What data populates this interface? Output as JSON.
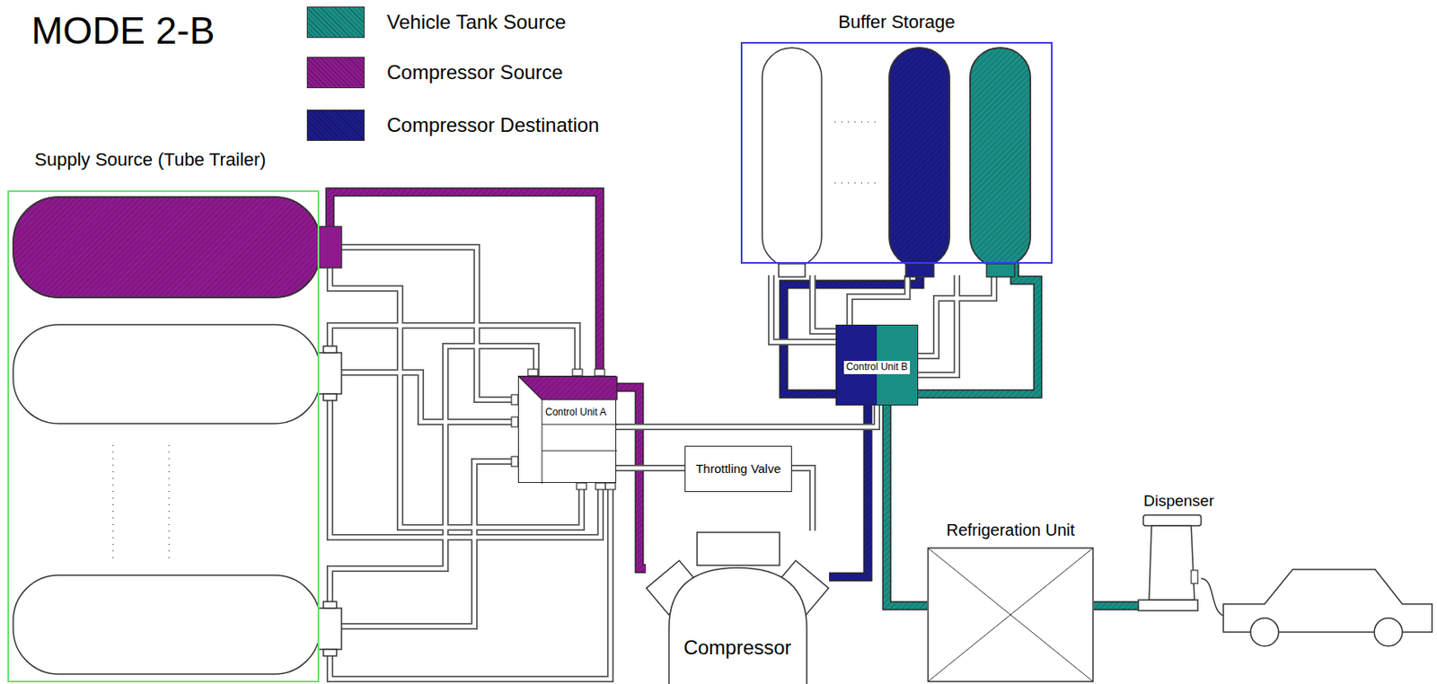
{
  "diagram": {
    "title": "MODE 2-B",
    "nodes": [
      {
        "text": [
          "Supply Source (Tube Trailer)"
        ]
      },
      {
        "text": [
          "Buffer Storage"
        ]
      },
      {
        "text": [
          "Control Unit A"
        ]
      },
      {
        "text": [
          "Throttling Valve"
        ]
      },
      {
        "text": [
          "Compressor"
        ]
      },
      {
        "text": [
          "Control Unit B"
        ]
      },
      {
        "text": [
          "Refrigeration Unit"
        ]
      },
      {
        "text": [
          "Dispenser"
        ]
      }
    ],
    "edges": [
      {
        "from": 0,
        "to": 2,
        "arrow": "none"
      },
      {
        "from": 2,
        "to": 4,
        "arrow": "none"
      },
      {
        "from": 4,
        "to": 5,
        "arrow": "none"
      },
      {
        "from": 5,
        "to": 6,
        "arrow": "none"
      },
      {
        "from": 6,
        "to": 7,
        "arrow": "none"
      },
      {
        "from": 1,
        "to": 5,
        "arrow": "none"
      },
      {
        "from": 1,
        "to": 5,
        "arrow": "none"
      },
      {
        "from": 2,
        "to": 3,
        "arrow": "none"
      },
      {
        "from": 3,
        "to": 4,
        "arrow": "none"
      },
      {
        "from": 2,
        "to": 5,
        "arrow": "none"
      }
    ],
    "legend": [
      {
        "text": "Vehicle Tank Source",
        "color": "#1a8f85"
      },
      {
        "text": "Compressor Source",
        "color": "#8e1a8e"
      },
      {
        "text": "Compressor Destination",
        "color": "#1c1c8a"
      }
    ]
  }
}
